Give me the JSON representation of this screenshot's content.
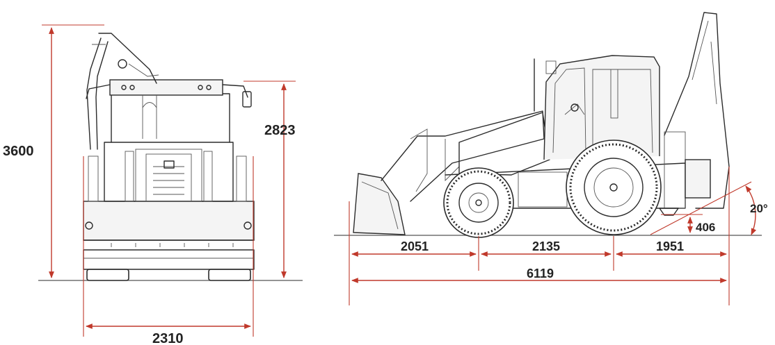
{
  "colors": {
    "dimension": "#c0392b",
    "line_art": "#2b2b2b",
    "text": "#222222",
    "background": "#ffffff"
  },
  "dimensions": {
    "front_total_height": "3600",
    "front_cab_height": "2823",
    "front_width": "2310",
    "side_front_overhang": "2051",
    "side_wheelbase": "2135",
    "side_rear_overhang": "1951",
    "side_total_length": "6119",
    "side_ground_clearance": "406",
    "side_departure_angle": "20°"
  }
}
